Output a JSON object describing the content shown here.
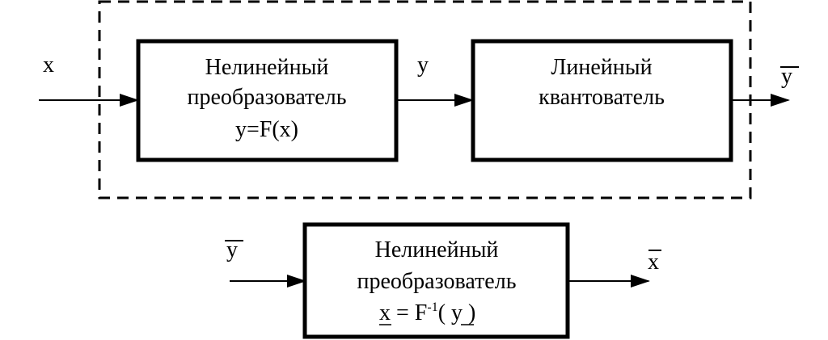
{
  "colors": {
    "stroke": "#000000",
    "background": "#ffffff"
  },
  "encoder": {
    "input_label": "x",
    "block1": {
      "line1": "Нелинейный",
      "line2": "преобразователь",
      "line3": "y=F(x)"
    },
    "middle_label": "y",
    "block2": {
      "line1": "Линейный",
      "line2": "квантователь"
    },
    "output_label": "y"
  },
  "decoder": {
    "input_label": "y",
    "block": {
      "line1": "Нелинейный",
      "line2": "преобразователь",
      "formula_x": "x",
      "formula_eq": " = F",
      "formula_sup": "-1",
      "formula_open": "( ",
      "formula_y": "y",
      "formula_close": " )"
    },
    "output_label": "x"
  }
}
